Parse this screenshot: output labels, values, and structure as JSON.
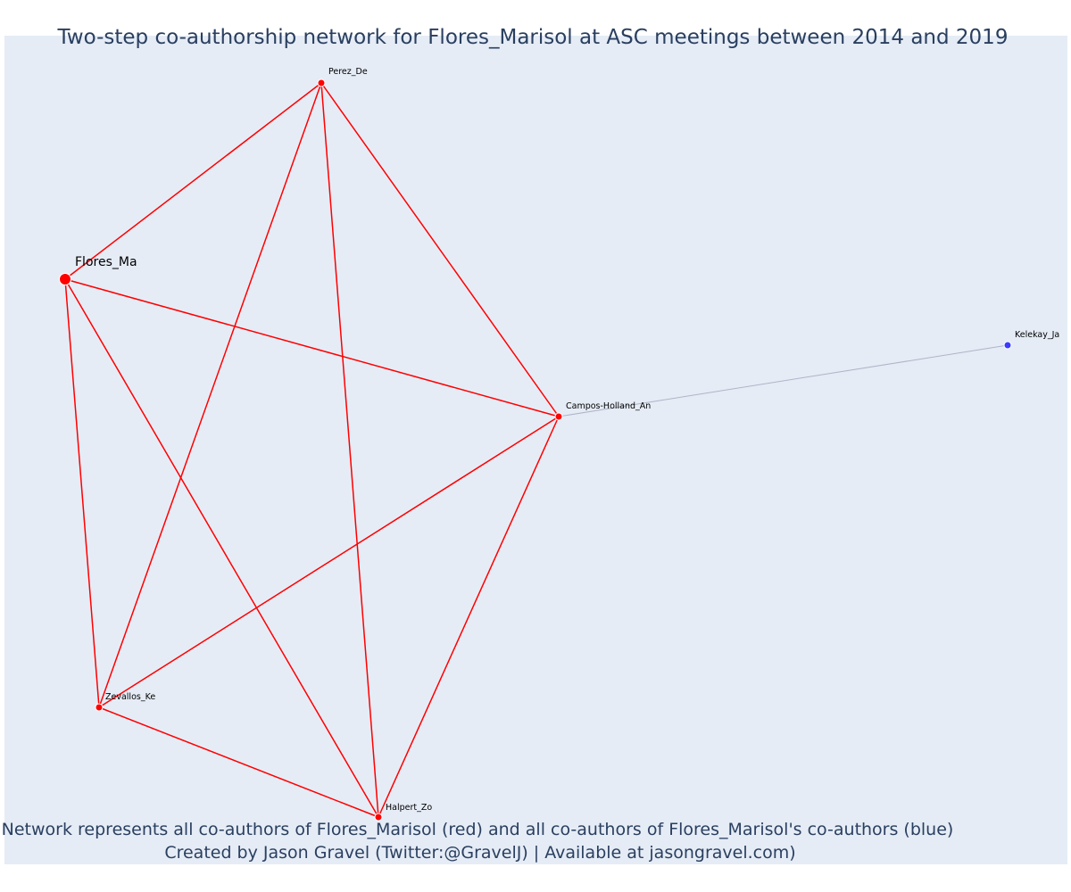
{
  "title": "Two-step co-authorship network for Flores_Marisol at ASC meetings between 2014 and 2019",
  "captions": {
    "line1": "Network represents all co-authors of Flores_Marisol (red) and all co-authors of Flores_Marisol's co-authors (blue)",
    "line2": "Created by Jason Gravel (Twitter:@GravelJ) | Available at jasongravel.com)"
  },
  "colors": {
    "background": "#e5ecf6",
    "first_step": "#ff0000",
    "second_step": "#3b3bff",
    "second_step_edge": "#b0b4c8",
    "text": "#2a3f5f"
  },
  "nodes": [
    {
      "id": "flores",
      "label": "Flores_Ma",
      "group": "focal"
    },
    {
      "id": "perez",
      "label": "Perez_De",
      "group": "first"
    },
    {
      "id": "campos",
      "label": "Campos-Holland_An",
      "group": "first"
    },
    {
      "id": "kelekay",
      "label": "Kelekay_Ja",
      "group": "second"
    },
    {
      "id": "zevallos",
      "label": "Zevallos_Ke",
      "group": "first"
    },
    {
      "id": "halpert",
      "label": "Halpert_Zo",
      "group": "first"
    }
  ],
  "edges": [
    {
      "source": "flores",
      "target": "perez",
      "group": "first"
    },
    {
      "source": "flores",
      "target": "campos",
      "group": "first"
    },
    {
      "source": "flores",
      "target": "zevallos",
      "group": "first"
    },
    {
      "source": "flores",
      "target": "halpert",
      "group": "first"
    },
    {
      "source": "perez",
      "target": "campos",
      "group": "first"
    },
    {
      "source": "perez",
      "target": "zevallos",
      "group": "first"
    },
    {
      "source": "perez",
      "target": "halpert",
      "group": "first"
    },
    {
      "source": "campos",
      "target": "zevallos",
      "group": "first"
    },
    {
      "source": "campos",
      "target": "halpert",
      "group": "first"
    },
    {
      "source": "zevallos",
      "target": "halpert",
      "group": "first"
    },
    {
      "source": "campos",
      "target": "kelekay",
      "group": "second"
    }
  ]
}
